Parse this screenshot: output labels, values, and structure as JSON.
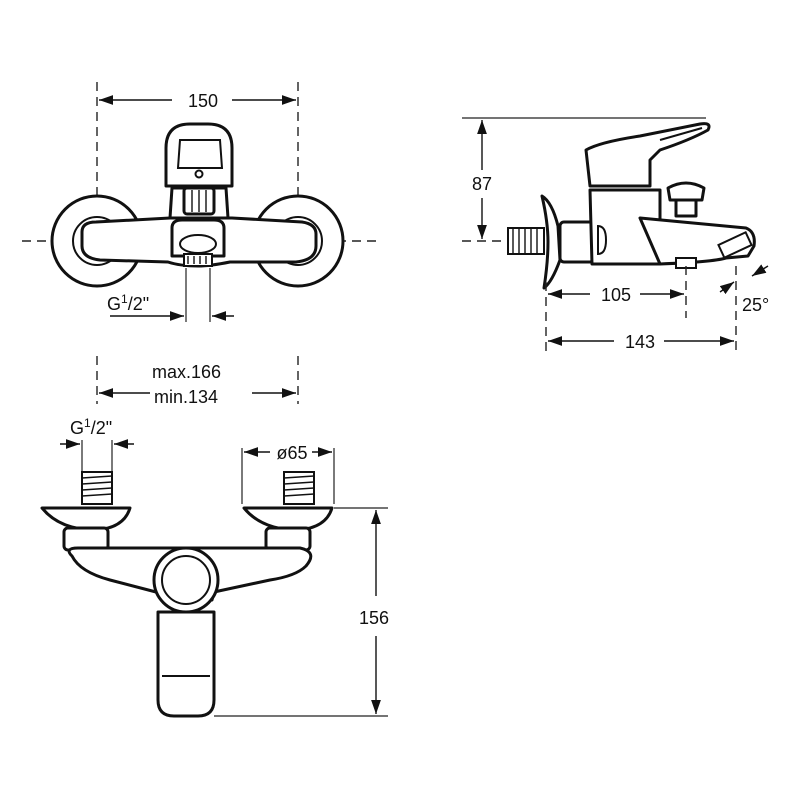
{
  "dimensions": {
    "front_width": "150",
    "front_thread_g": "G",
    "front_thread_sup": "1",
    "front_thread_rest": "/2\"",
    "side_height": "87",
    "side_depth_105": "105",
    "side_depth_143": "143",
    "side_angle": "25°",
    "top_max": "max.166",
    "top_min": "min.134",
    "top_thread_g": "G",
    "top_thread_sup": "1",
    "top_thread_rest": "/2\"",
    "top_diameter": "ø65",
    "top_length": "156"
  }
}
